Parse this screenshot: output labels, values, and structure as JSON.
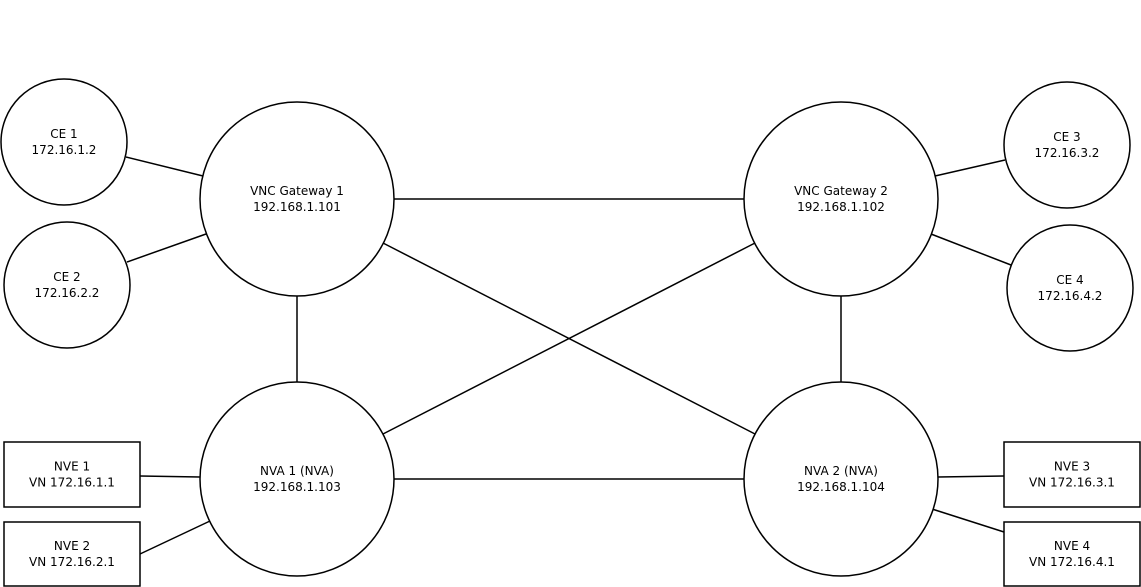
{
  "colors": {
    "stroke": "#000000",
    "fill": "#ffffff",
    "text": "#000000"
  },
  "nodes": [
    {
      "id": "ce1",
      "shape": "circle",
      "line1": "CE 1",
      "line2": "172.16.1.2"
    },
    {
      "id": "ce2",
      "shape": "circle",
      "line1": "CE 2",
      "line2": "172.16.2.2"
    },
    {
      "id": "ce3",
      "shape": "circle",
      "line1": "CE 3",
      "line2": "172.16.3.2"
    },
    {
      "id": "ce4",
      "shape": "circle",
      "line1": "CE 4",
      "line2": "172.16.4.2"
    },
    {
      "id": "gw1",
      "shape": "circle",
      "line1": "VNC Gateway 1",
      "line2": "192.168.1.101"
    },
    {
      "id": "gw2",
      "shape": "circle",
      "line1": "VNC Gateway 2",
      "line2": "192.168.1.102"
    },
    {
      "id": "nva1",
      "shape": "circle",
      "line1": "NVA 1 (NVA)",
      "line2": "192.168.1.103"
    },
    {
      "id": "nva2",
      "shape": "circle",
      "line1": "NVA 2 (NVA)",
      "line2": "192.168.1.104"
    },
    {
      "id": "nve1",
      "shape": "rect",
      "line1": "NVE 1",
      "line2": "VN 172.16.1.1"
    },
    {
      "id": "nve2",
      "shape": "rect",
      "line1": "NVE 2",
      "line2": "VN 172.16.2.1"
    },
    {
      "id": "nve3",
      "shape": "rect",
      "line1": "NVE 3",
      "line2": "VN 172.16.3.1"
    },
    {
      "id": "nve4",
      "shape": "rect",
      "line1": "NVE 4",
      "line2": "VN 172.16.4.1"
    }
  ],
  "edges": [
    {
      "from": "ce1",
      "to": "gw1"
    },
    {
      "from": "ce2",
      "to": "gw1"
    },
    {
      "from": "ce3",
      "to": "gw2"
    },
    {
      "from": "ce4",
      "to": "gw2"
    },
    {
      "from": "gw1",
      "to": "gw2"
    },
    {
      "from": "gw1",
      "to": "nva1"
    },
    {
      "from": "gw2",
      "to": "nva2"
    },
    {
      "from": "gw1",
      "to": "nva2"
    },
    {
      "from": "gw2",
      "to": "nva1"
    },
    {
      "from": "nva1",
      "to": "nva2"
    },
    {
      "from": "nve1",
      "to": "nva1"
    },
    {
      "from": "nve2",
      "to": "nva1"
    },
    {
      "from": "nve3",
      "to": "nva2"
    },
    {
      "from": "nve4",
      "to": "nva2"
    }
  ]
}
